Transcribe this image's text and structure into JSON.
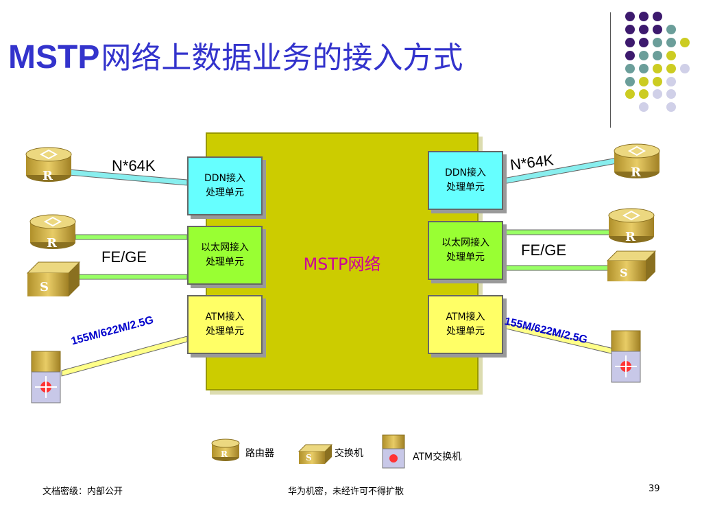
{
  "title": {
    "prefix": "MSTP",
    "rest": "网络上数据业务的接入方式"
  },
  "core": {
    "label": "MSTP网络"
  },
  "units": {
    "left": [
      {
        "line1": "DDN接入",
        "line2": "处理单元"
      },
      {
        "line1": "以太网接入",
        "line2": "处理单元"
      },
      {
        "line1": "ATM接入",
        "line2": "处理单元"
      }
    ],
    "right": [
      {
        "line1": "DDN接入",
        "line2": "处理单元"
      },
      {
        "line1": "以太网接入",
        "line2": "处理单元"
      },
      {
        "line1": "ATM接入",
        "line2": "处理单元"
      }
    ]
  },
  "links": {
    "ddn_rate": "N*64K",
    "eth_rate": "FE/GE",
    "atm_rate": "155M/622M/2.5G"
  },
  "device_letters": {
    "router": "R",
    "switch": "S"
  },
  "legend": {
    "router": "路由器",
    "switch": "交换机",
    "atm_switch": "ATM交换机"
  },
  "footer": {
    "classification": "文档密级：内部公开",
    "confidential": "华为机密，未经许可不得扩散",
    "page": "39"
  },
  "colors": {
    "title": "#3333cc",
    "core": "#cccc00",
    "core_label": "#cc0099",
    "ddn_unit": "#66ffff",
    "eth_unit": "#99ff33",
    "atm_unit": "#ffff66",
    "dot_purple": "#3d1a6e",
    "dot_teal": "#6b9e9a",
    "dot_yellow": "#cccc22",
    "dot_lavender": "#d0d0e8"
  }
}
